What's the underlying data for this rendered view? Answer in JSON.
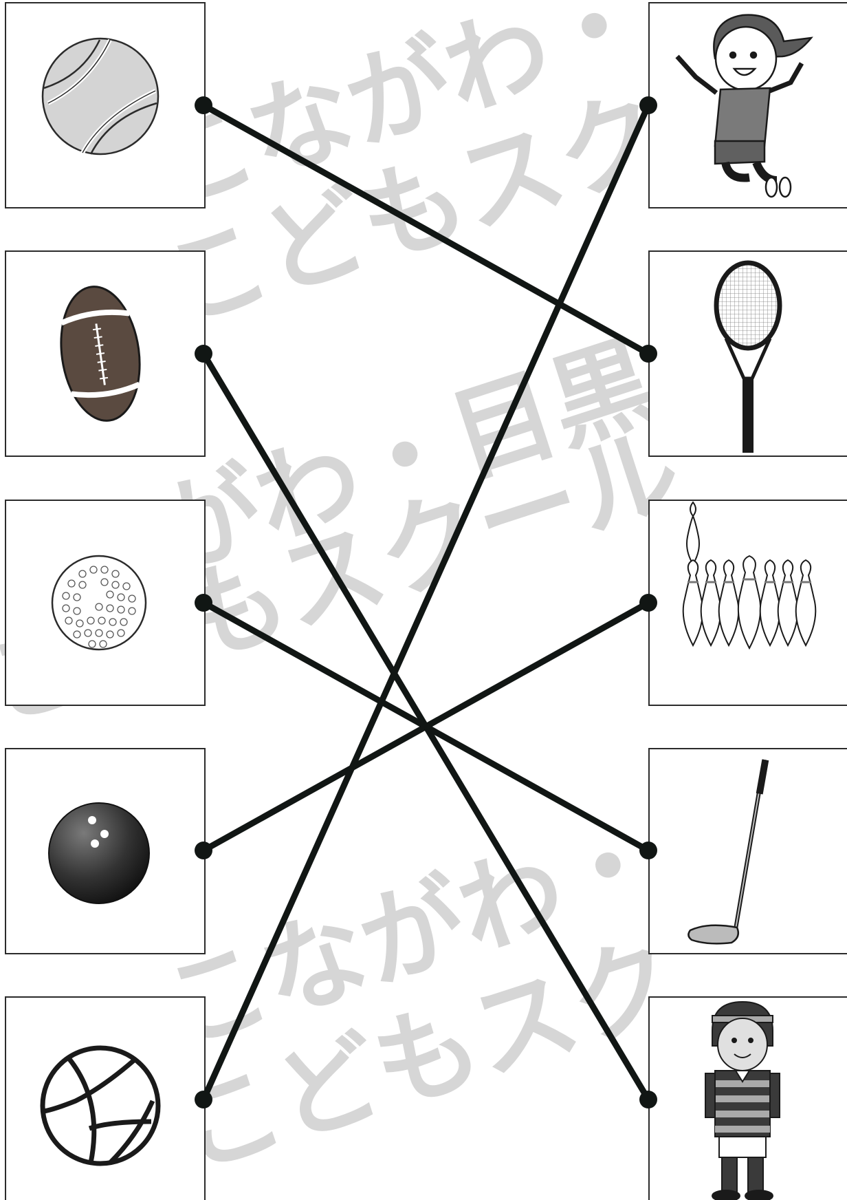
{
  "watermark": {
    "text_top_1": "こながわ・",
    "text_top_2": "こどもスク",
    "text_mid_1": "がわ・目黒",
    "text_mid_2": "こどもスクール",
    "text_bot_1": "こながわ・目",
    "text_bot_2": "こどもスク"
  },
  "left_items": [
    {
      "icon": "tennis-ball-icon"
    },
    {
      "icon": "rugby-ball-icon"
    },
    {
      "icon": "golf-ball-icon"
    },
    {
      "icon": "bowling-ball-icon"
    },
    {
      "icon": "volleyball-icon"
    }
  ],
  "right_items": [
    {
      "icon": "volleyball-player-icon"
    },
    {
      "icon": "tennis-racket-icon"
    },
    {
      "icon": "bowling-pins-icon"
    },
    {
      "icon": "golf-club-icon"
    },
    {
      "icon": "rugby-player-icon"
    }
  ],
  "connections": [
    {
      "from": "tennis-ball-icon",
      "to": "tennis-racket-icon"
    },
    {
      "from": "rugby-ball-icon",
      "to": "rugby-player-icon"
    },
    {
      "from": "golf-ball-icon",
      "to": "golf-club-icon"
    },
    {
      "from": "bowling-ball-icon",
      "to": "bowling-pins-icon"
    },
    {
      "from": "volleyball-icon",
      "to": "volleyball-player-icon"
    }
  ],
  "colors": {
    "line": "#111614",
    "watermark": "#d6d6d6",
    "border": "#2b2b2b"
  }
}
